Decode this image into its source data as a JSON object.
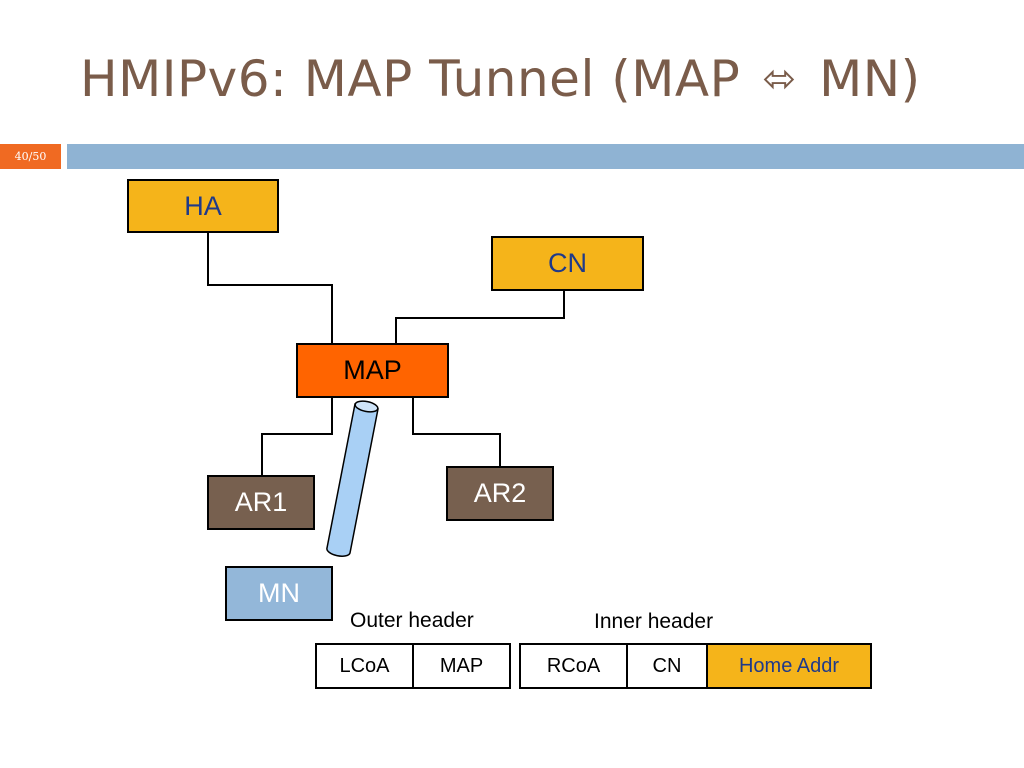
{
  "slide": {
    "title_left": "HMIPv6: MAP Tunnel (MAP",
    "title_arrow": "⬄",
    "title_right": "MN)",
    "page_number": "40/50"
  },
  "nodes": {
    "ha": "HA",
    "cn": "CN",
    "map": "MAP",
    "ar1": "AR1",
    "ar2": "AR2",
    "mn": "MN"
  },
  "packet": {
    "outer_label": "Outer header",
    "inner_label": "Inner header",
    "outer_cells": [
      "LCoA",
      "MAP"
    ],
    "inner_cells": [
      "RCoA",
      "CN",
      "Home Addr"
    ]
  },
  "colors": {
    "title": "#7a5c4a",
    "badge": "#f06a22",
    "bar": "#8fb3d3",
    "yellow_node": "#f5b41a",
    "map_node": "#ff6400",
    "ar_node": "#77604f",
    "mn_node": "#93b7d9",
    "tunnel": "#a9d0f5"
  }
}
